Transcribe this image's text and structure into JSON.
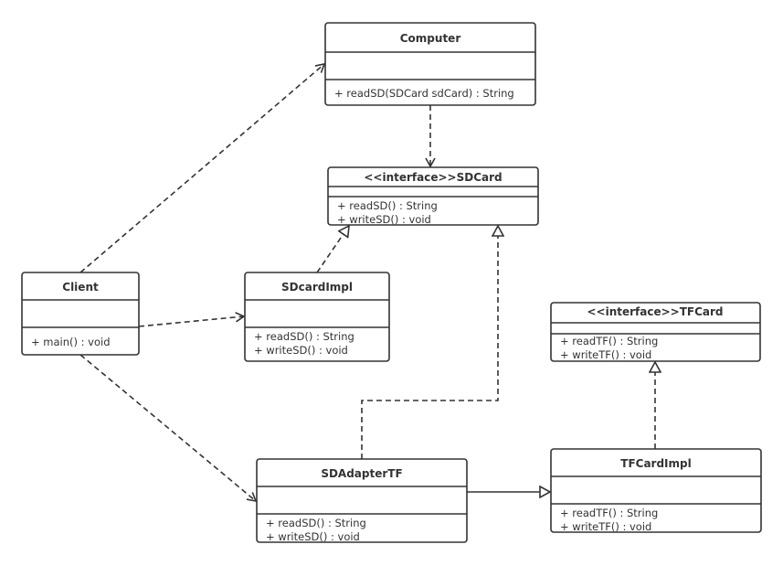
{
  "classes": {
    "computer": {
      "name": "Computer",
      "methods": [
        "+ readSD(SDCard sdCard) : String"
      ]
    },
    "sdcard": {
      "name": "<<interface>>SDCard",
      "methods": [
        "+ readSD() : String",
        "+ writeSD() : void"
      ]
    },
    "client": {
      "name": "Client",
      "methods": [
        "+ main() : void"
      ]
    },
    "sdcardimpl": {
      "name": "SDcardImpl",
      "methods": [
        "+ readSD() : String",
        "+ writeSD() : void"
      ]
    },
    "tfcard": {
      "name": "<<interface>>TFCard",
      "methods": [
        "+ readTF() : String",
        "+ writeTF() : void"
      ]
    },
    "sdadaptertf": {
      "name": "SDAdapterTF",
      "methods": [
        "+ readSD() : String",
        "+ writeSD() : void"
      ]
    },
    "tfcardimpl": {
      "name": "TFCardImpl",
      "methods": [
        "+ readTF() : String",
        "+ writeTF() : void"
      ]
    }
  },
  "colors": {
    "line": "#333333",
    "background": "#ffffff"
  }
}
